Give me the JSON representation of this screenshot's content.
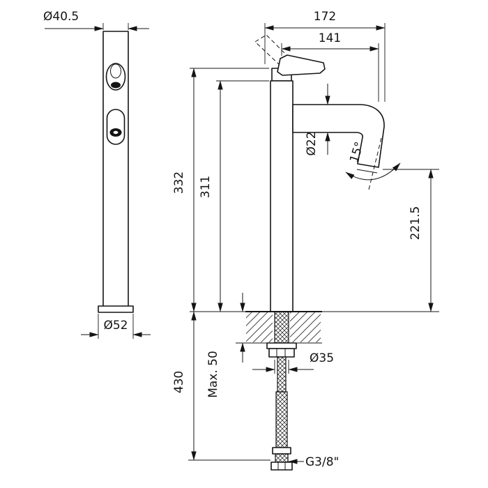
{
  "colors": {
    "line": "#141414",
    "background": "#ffffff"
  },
  "dimensions": {
    "top_diameter": "Ø40.5",
    "total_reach": "172",
    "spout_reach": "141",
    "body_height": "332",
    "spout_height": "311",
    "spout_diameter": "Ø22",
    "spout_angle": "15°",
    "outlet_height": "221.5",
    "base_diameter": "Ø52",
    "under_height": "430",
    "max_deck": "Max. 50",
    "hole_diameter": "Ø35",
    "thread": "G3/8\""
  }
}
